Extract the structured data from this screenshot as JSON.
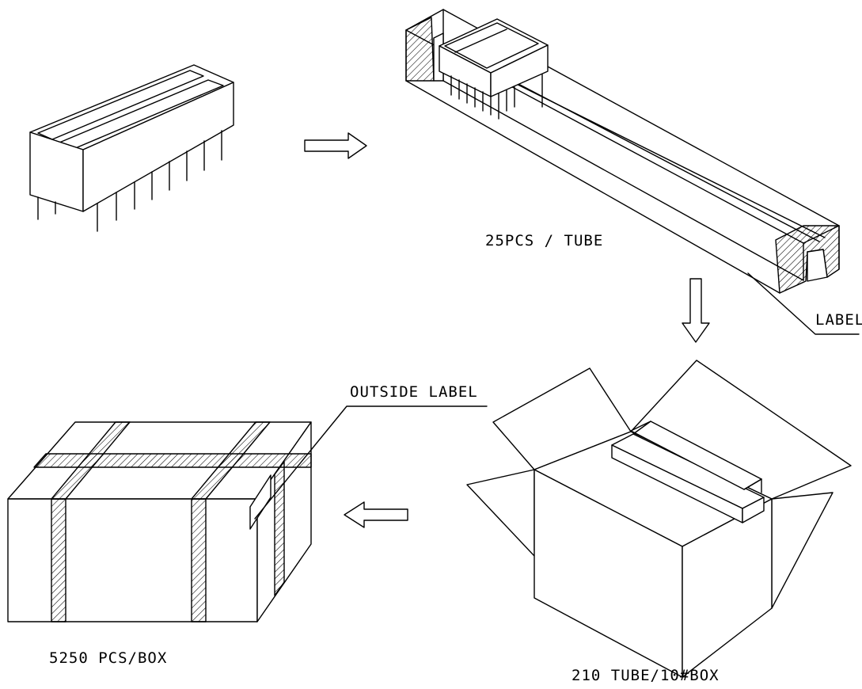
{
  "labels": {
    "tube_qty": "25PCS / TUBE",
    "tube_label": "LABEL",
    "outside_label": "OUTSIDE LABEL",
    "box_qty": "5250 PCS/BOX",
    "carton_qty": "210 TUBE/10#BOX"
  }
}
